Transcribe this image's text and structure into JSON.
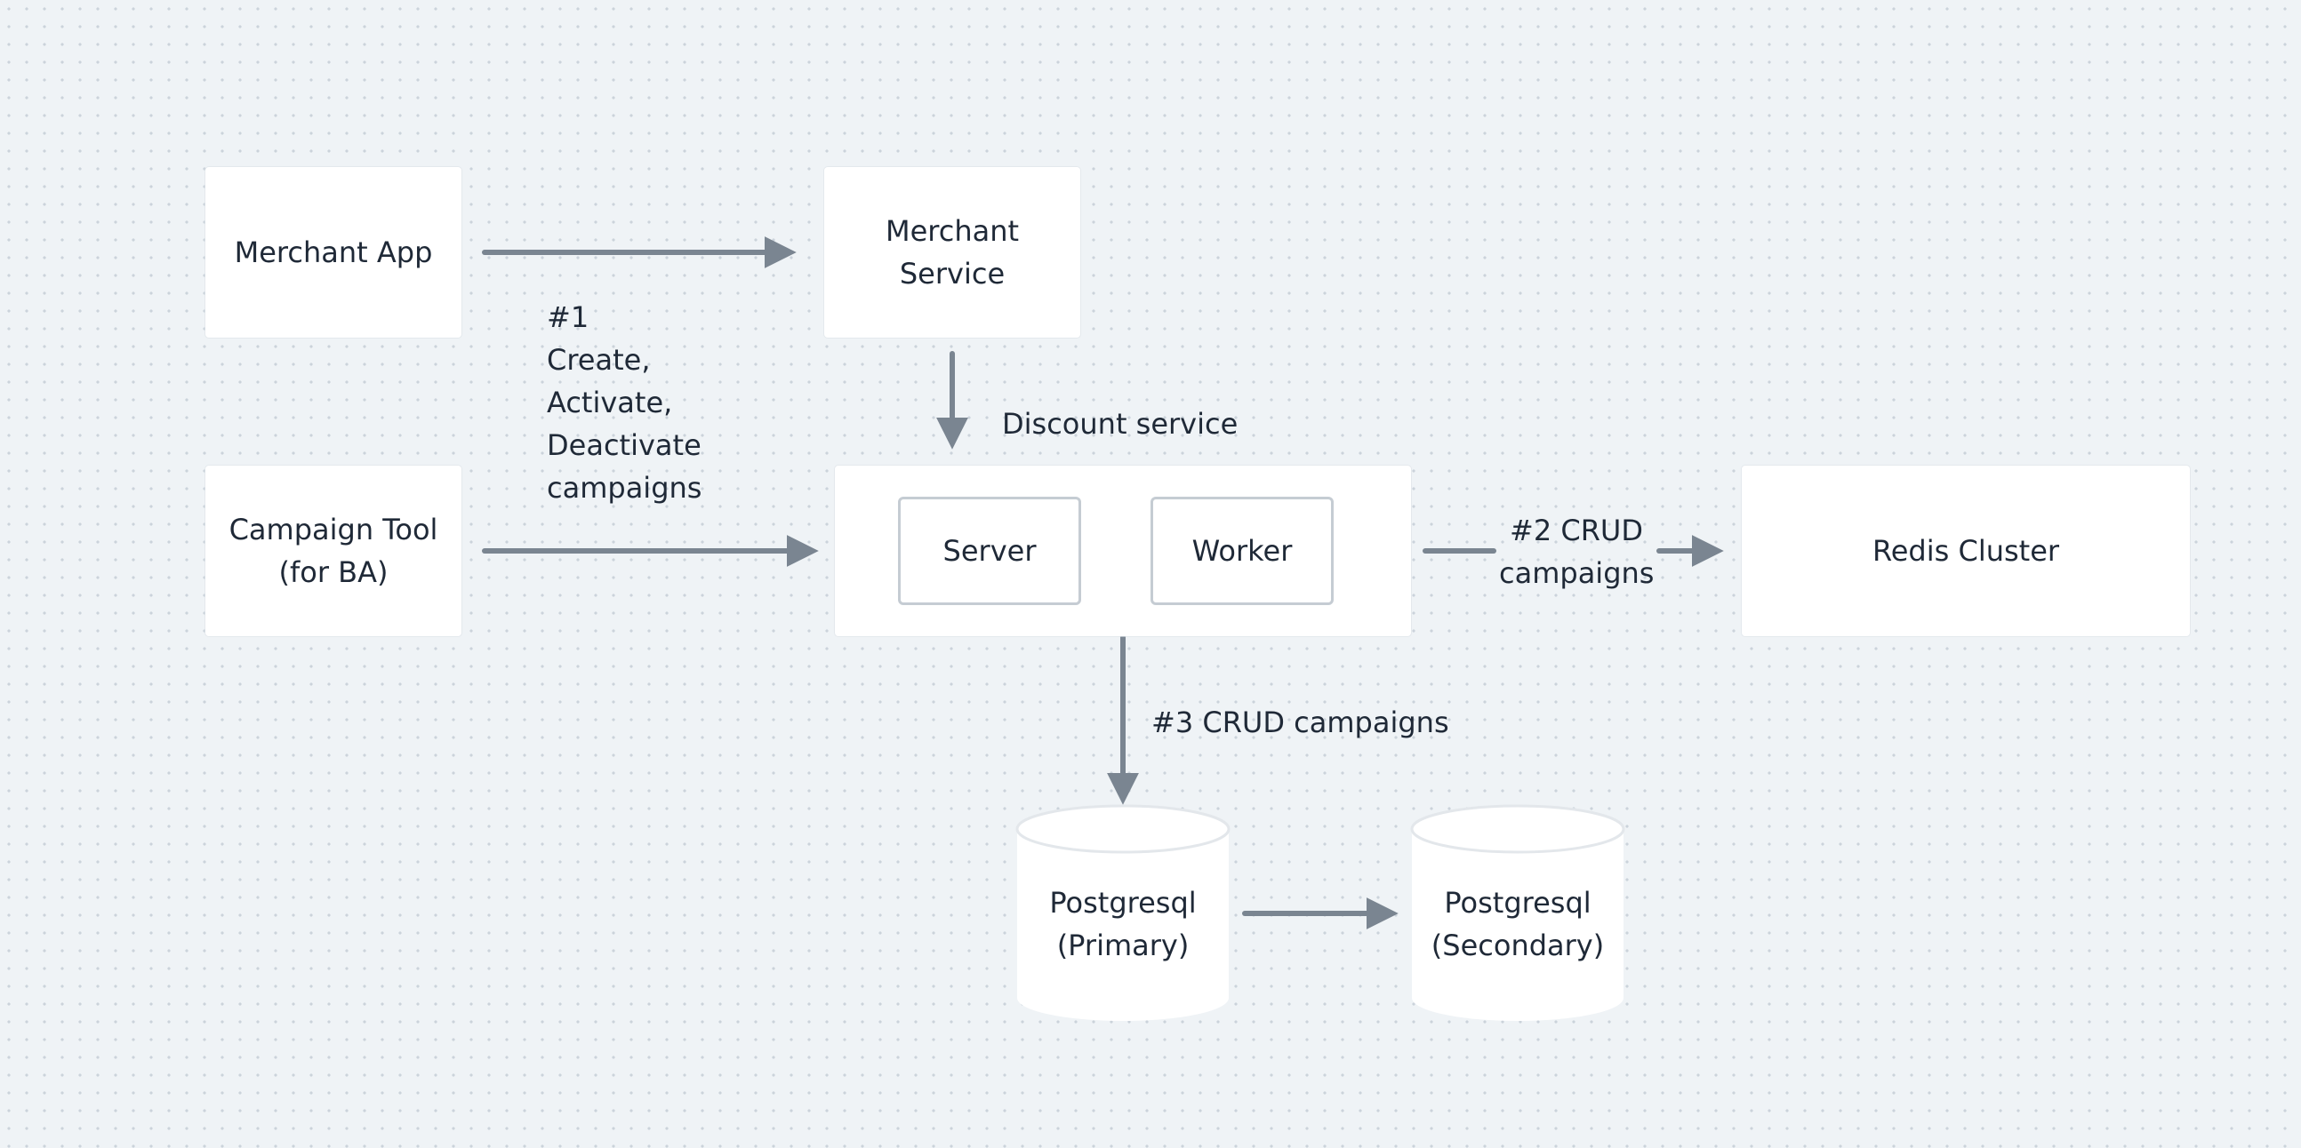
{
  "nodes": {
    "merchant_app": "Merchant App",
    "merchant_service": "Merchant\nService",
    "campaign_tool": "Campaign Tool\n(for BA)",
    "discount_service": "Discount service",
    "server": "Server",
    "worker": "Worker",
    "redis_cluster": "Redis Cluster",
    "postgres_primary": "Postgresql\n(Primary)",
    "postgres_secondary": "Postgresql\n(Secondary)"
  },
  "edge_labels": {
    "step1": "#1\nCreate,\nActivate,\nDeactivate\ncampaigns",
    "step2": "#2 CRUD\ncampaigns",
    "step3": "#3 CRUD campaigns"
  },
  "colors": {
    "background": "#eff3f6",
    "node_fill": "#ffffff",
    "edge": "#7a8591",
    "inner_border": "#c5ccd3"
  }
}
